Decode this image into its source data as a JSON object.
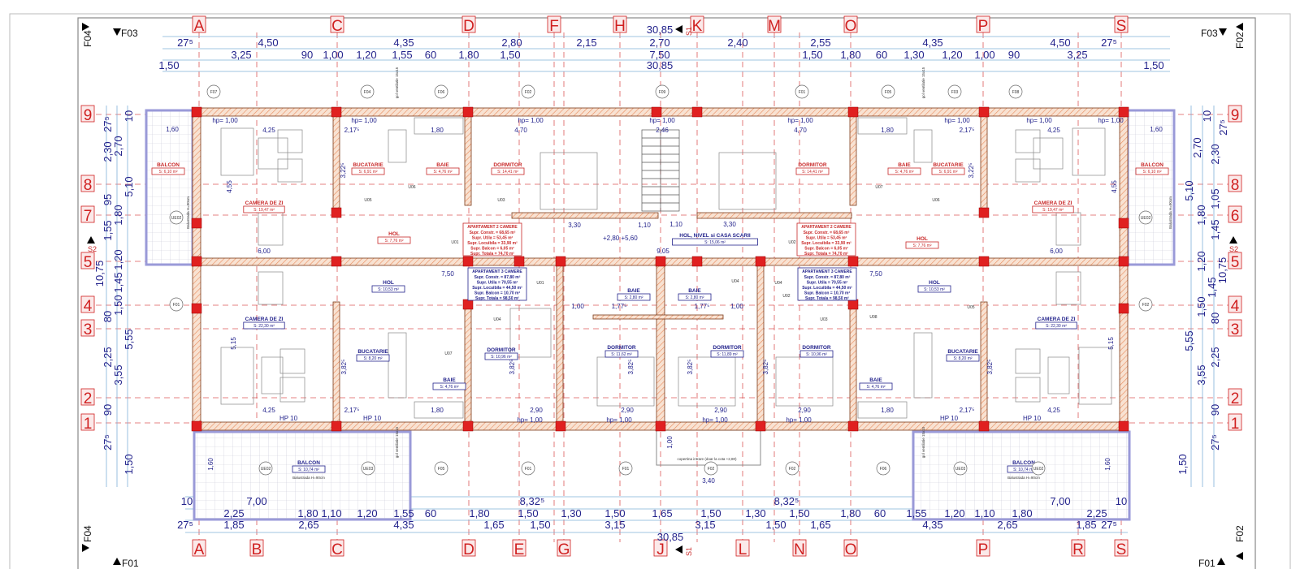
{
  "colors": {
    "grid_axis": "#d02020",
    "dimension": "#23238c",
    "wall_hatch": "#e98a5a",
    "column": "#e02020",
    "balcony": "#9a9ad8",
    "label_red": "#c82828",
    "label_blue": "#23238c"
  },
  "sheet": {
    "corner_marks": {
      "top_left_a": "F04",
      "top_left_b": "F03",
      "top_right_a": "F03",
      "top_right_b": "F02",
      "bottom_left_a": "F04",
      "bottom_left_b": "F01",
      "bottom_right_a": "F01",
      "bottom_right_b": "F02"
    },
    "section_marks": {
      "top": "S1",
      "bottom": "S1",
      "left": "S2",
      "right": "S2"
    }
  },
  "grid": {
    "columns_top": [
      "A",
      "C",
      "D",
      "F",
      "H",
      "K",
      "M",
      "O",
      "P",
      "S"
    ],
    "columns_bottom": [
      "A",
      "B",
      "C",
      "D",
      "E",
      "G",
      "J",
      "L",
      "N",
      "O",
      "P",
      "R",
      "S"
    ],
    "rows_left": [
      "9",
      "8",
      "7",
      "5",
      "4",
      "3",
      "2",
      "1"
    ],
    "rows_right": [
      "9",
      "8",
      "6",
      "5",
      "4",
      "3",
      "2",
      "1"
    ]
  },
  "dimensions": {
    "top_overall": "30,85",
    "top_row1": [
      "27⁵",
      "4,50",
      "4,35",
      "2,80",
      "2,15",
      "2,70",
      "2,40",
      "2,55",
      "4,35",
      "4,50",
      "27⁵"
    ],
    "top_row2": [
      "3,25",
      "90",
      "1,00",
      "1,20",
      "1,55",
      "60",
      "1,80",
      "1,50",
      "7,50",
      "1,50",
      "1,80",
      "60",
      "1,30",
      "1,20",
      "1,00",
      "90",
      "3,25"
    ],
    "top_row3": [
      "1,50",
      "30,85",
      "1,50"
    ],
    "bottom_row1": [
      "10",
      "7,00",
      "8,32⁵",
      "8,32⁵",
      "7,00",
      "10"
    ],
    "bottom_row2": [
      "2,25",
      "1,80",
      "1,10",
      "1,20",
      "1,55",
      "60",
      "1,80",
      "1,50",
      "1,30",
      "1,50",
      "1,65",
      "1,50",
      "1,30",
      "1,50",
      "1,80",
      "60",
      "1,55",
      "1,20",
      "1,10",
      "1,80",
      "2,25"
    ],
    "bottom_row3": [
      "27⁵",
      "1,85",
      "2,65",
      "4,35",
      "1,65",
      "1,50",
      "3,15",
      "3,15",
      "1,50",
      "1,65",
      "4,35",
      "2,65",
      "1,85",
      "27⁵"
    ],
    "bottom_overall": "30,85",
    "left": [
      "27⁵",
      "2,30",
      "95",
      "1,55",
      "10,75",
      "80",
      "2,25",
      "3,55",
      "90",
      "27⁵",
      "2,70",
      "1,80",
      "1,20",
      "1,45",
      "1,50",
      "10",
      "5,10",
      "5,55",
      "1,50"
    ],
    "right": [
      "10",
      "27⁵",
      "2,70",
      "2,30",
      "5,10",
      "1,05",
      "1,80",
      "1,45",
      "1,20",
      "10,75",
      "1,45",
      "1,50",
      "80",
      "5,55",
      "3,55",
      "2,25",
      "90",
      "27⁵",
      "1,50"
    ],
    "interior": [
      "1,60",
      "4,25",
      "2,17⁵",
      "1,80",
      "4,70",
      "2,46",
      "4,70",
      "1,80",
      "2,17⁵",
      "4,25",
      "1,60",
      "3,30",
      "1,10",
      "1,10",
      "3,30",
      "6,00",
      "6,00",
      "9,05",
      "7,50",
      "7,50",
      "4,25",
      "2,17⁵",
      "1,80",
      "2,90",
      "2,90",
      "2,90",
      "2,90",
      "1,80",
      "2,17⁵",
      "4,25",
      "1,00",
      "1,77⁵",
      "1,77⁵",
      "1,00",
      "3,22⁵",
      "3,22⁵",
      "3,82⁵",
      "3,82⁵",
      "3,82⁵",
      "3,82⁵",
      "3,82⁵",
      "3,82⁵",
      "4,55",
      "4,55",
      "5,15",
      "5,15",
      "1,60",
      "1,60",
      "3,40",
      "1,00"
    ],
    "sill_heights": [
      "hp= 1,00",
      "hp= 1,00",
      "hp= 1,00",
      "hp= 1,00",
      "hp= 1,00",
      "hp= 1,00",
      "hp= 1,00",
      "hp= 1,00",
      "HP 10",
      "HP 10",
      "hp= 1,00",
      "hp= 1,00",
      "hp= 1,00",
      "hp= 1,00",
      "HP 10",
      "HP 10"
    ],
    "level": "+2,80 +5,60"
  },
  "rooms": [
    {
      "name": "BALCON",
      "area": "S: 6,10 m²",
      "tone": "red"
    },
    {
      "name": "CAMERA DE ZI",
      "area": "S: 19,47 m²",
      "tone": "red"
    },
    {
      "name": "BUCATARIE",
      "area": "S: 6,91 m²",
      "tone": "red"
    },
    {
      "name": "BAIE",
      "area": "S: 4,76 m²",
      "tone": "red"
    },
    {
      "name": "HOL",
      "area": "S: 7,76 m²",
      "tone": "red"
    },
    {
      "name": "DORMITOR",
      "area": "S: 14,41 m²",
      "tone": "red"
    },
    {
      "name": "HOL, NIVEL si CASA SCARII",
      "area": "S: 15,06 m²",
      "tone": "blue"
    },
    {
      "name": "DORMITOR",
      "area": "S: 14,41 m²",
      "tone": "red"
    },
    {
      "name": "BAIE",
      "area": "S: 4,76 m²",
      "tone": "red"
    },
    {
      "name": "BUCATARIE",
      "area": "S: 6,91 m²",
      "tone": "red"
    },
    {
      "name": "CAMERA DE ZI",
      "area": "S: 19,47 m²",
      "tone": "red"
    },
    {
      "name": "BALCON",
      "area": "S: 6,10 m²",
      "tone": "red"
    },
    {
      "name": "HOL",
      "area": "S: 7,76 m²",
      "tone": "red"
    },
    {
      "name": "HOL",
      "area": "S: 10,53 m²",
      "tone": "blue"
    },
    {
      "name": "CAMERA DE ZI",
      "area": "S: 22,30 m²",
      "tone": "blue"
    },
    {
      "name": "BUCATARIE",
      "area": "S: 8,20 m²",
      "tone": "blue"
    },
    {
      "name": "BAIE",
      "area": "S: 4,76 m²",
      "tone": "blue"
    },
    {
      "name": "DORMITOR",
      "area": "S: 10,96 m²",
      "tone": "blue"
    },
    {
      "name": "BAIE",
      "area": "S: 2,80 m²",
      "tone": "blue"
    },
    {
      "name": "DORMITOR",
      "area": "S: 11,62 m²",
      "tone": "blue"
    },
    {
      "name": "BALCON",
      "area": "S: 10,74 m²",
      "tone": "blue"
    },
    {
      "name": "BAIE",
      "area": "S: 2,80 m²",
      "tone": "blue"
    },
    {
      "name": "DORMITOR",
      "area": "S: 11,89 m²",
      "tone": "blue"
    },
    {
      "name": "DORMITOR",
      "area": "S: 10,96 m²",
      "tone": "blue"
    },
    {
      "name": "HOL",
      "area": "S: 10,53 m²",
      "tone": "blue"
    },
    {
      "name": "BUCATARIE",
      "area": "S: 8,20 m²",
      "tone": "blue"
    },
    {
      "name": "BAIE",
      "area": "S: 4,76 m²",
      "tone": "blue"
    },
    {
      "name": "CAMERA DE ZI",
      "area": "S: 22,30 m²",
      "tone": "blue"
    },
    {
      "name": "BALCON",
      "area": "S: 10,74 m²",
      "tone": "blue"
    }
  ],
  "apartments": [
    {
      "title": "APARTAMENT 2 CAMERE",
      "tone": "red",
      "lines": [
        "Supr. Constr. = 68,65 m²",
        "Supr. Utila = 53,45 m²",
        "Supr. Locuibila = 33,90 m²",
        "Supr. Balcon = 6,05 m²",
        "Supr. Totala = 74,70 m²"
      ]
    },
    {
      "title": "APARTAMENT 2 CAMERE",
      "tone": "red",
      "lines": [
        "Supr. Constr. = 68,65 m²",
        "Supr. Utila = 53,45 m²",
        "Supr. Locuibila = 33,90 m²",
        "Supr. Balcon = 6,05 m²",
        "Supr. Totala = 74,70 m²"
      ]
    },
    {
      "title": "APARTAMENT 3 CAMERE",
      "tone": "blue",
      "lines": [
        "Supr. Constr. = 87,80 m²",
        "Supr. Utila = 70,55 m²",
        "Supr. Locuibila = 44,50 m²",
        "Supr. Balcon = 10,70 m²",
        "Supr. Totala = 98,50 m²"
      ]
    },
    {
      "title": "APARTAMENT 3 CAMERE",
      "tone": "blue",
      "lines": [
        "Supr. Constr. = 87,80 m²",
        "Supr. Utila = 70,55 m²",
        "Supr. Locuibila = 44,50 m²",
        "Supr. Balcon = 10,70 m²",
        "Supr. Totala = 98,50 m²"
      ]
    }
  ],
  "openings": {
    "top": [
      "F07",
      "F04",
      "F06",
      "F02",
      "F09",
      "F01",
      "F05",
      "F03",
      "F08"
    ],
    "bottom": [
      "UE02",
      "UE03",
      "F05",
      "F01",
      "F01",
      "F02",
      "F02",
      "F06",
      "UE03",
      "UE02"
    ],
    "sides": [
      "UE02",
      "F01",
      "UE02",
      "F02"
    ],
    "doors": [
      "U05",
      "U06",
      "U03",
      "U01",
      "U04",
      "U02",
      "U04",
      "U06",
      "U07",
      "U05",
      "U07",
      "U01",
      "U04",
      "U02",
      "U03",
      "U08"
    ]
  },
  "notes": {
    "ventilation": [
      "gol ventilatie 15x15",
      "gol ventilatie 15x15",
      "gol ventilatie 15x15",
      "gol ventilatie 15x15"
    ],
    "canopy": "copertina intrare (doar la cota +2,80)",
    "railing": [
      "Balustrada H=90cm",
      "Balustrada H=90cm",
      "Balustrada H=90cm",
      "Balustrada H=90cm"
    ]
  }
}
